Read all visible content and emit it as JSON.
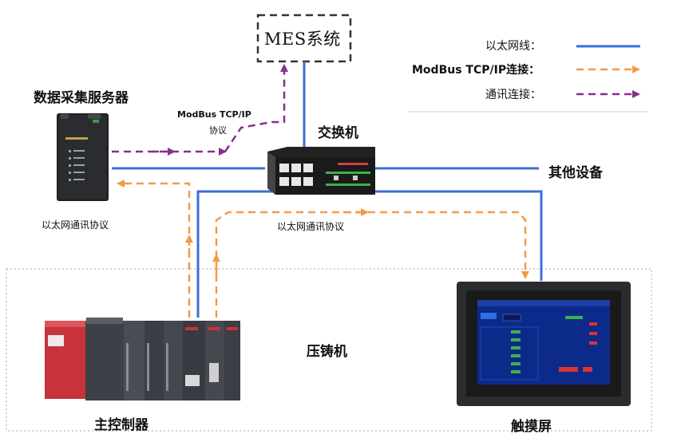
{
  "nodes": {
    "mes": "MES系统",
    "data_server": "数据采集服务器",
    "switch": "交换机",
    "other_devices": "其他设备",
    "die_casting_machine": "压铸机",
    "main_controller": "主控制器",
    "touch_screen": "触摸屏"
  },
  "edge_labels": {
    "modbus_line1": "ModBus TCP/IP",
    "modbus_line2": "协议",
    "ethernet_left": "以太网通讯协议",
    "ethernet_right": "以太网通讯协议"
  },
  "legend": {
    "items": [
      {
        "label": "以太网线：",
        "style": "solid",
        "color": "#3b6fd8"
      },
      {
        "label": "ModBus TCP/IP连接：",
        "style": "dashed-arrow",
        "color": "#f39a45"
      },
      {
        "label": "通讯连接：",
        "style": "dashed-arrow",
        "color": "#8a2d91"
      }
    ]
  },
  "colors": {
    "ethernet": "#3b6fd8",
    "modbus": "#f39a45",
    "comm": "#8a2d91",
    "box_border": "#333333",
    "region_border": "#aaaaaa"
  }
}
